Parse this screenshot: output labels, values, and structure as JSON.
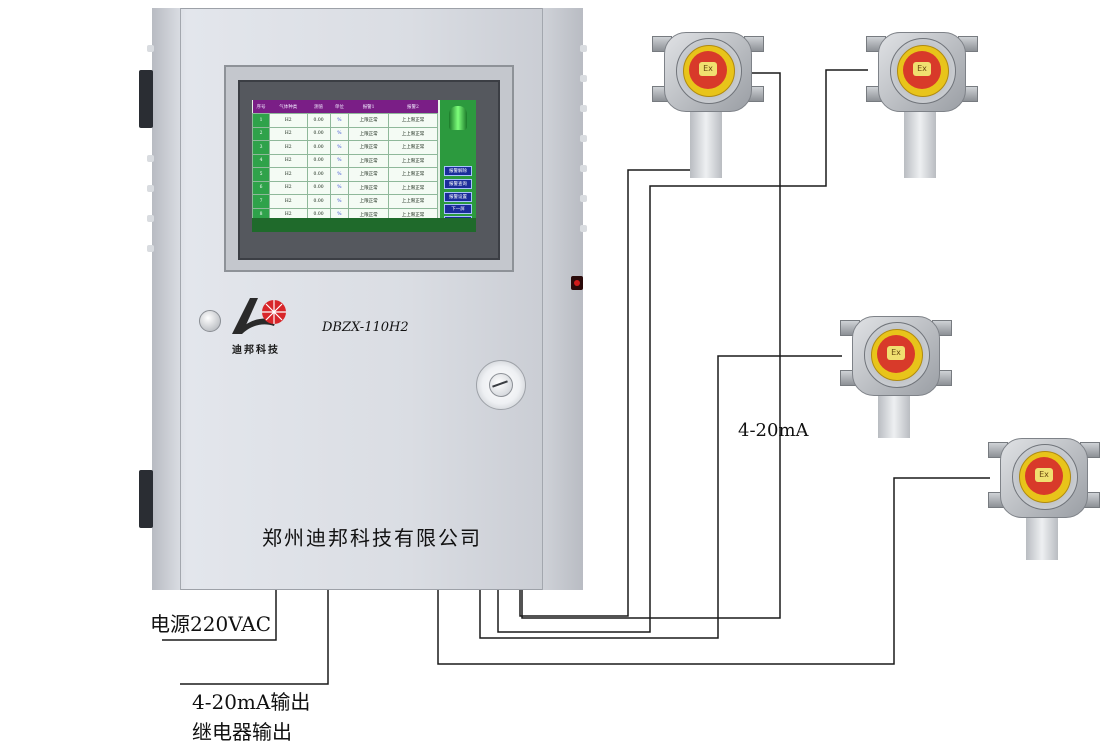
{
  "cabinet": {
    "model": "DBZX-110H2",
    "brand": "迪邦科技",
    "company": "郑州迪邦科技有限公司"
  },
  "screen": {
    "headers": [
      "序号",
      "气体种类",
      "测值",
      "单位",
      "报警1",
      "报警2"
    ],
    "rows": [
      [
        "1",
        "H2",
        "0.00",
        "%",
        "上限正常",
        "上上限正常"
      ],
      [
        "2",
        "H2",
        "0.00",
        "%",
        "上限正常",
        "上上限正常"
      ],
      [
        "3",
        "H2",
        "0.00",
        "%",
        "上限正常",
        "上上限正常"
      ],
      [
        "4",
        "H2",
        "0.00",
        "%",
        "上限正常",
        "上上限正常"
      ],
      [
        "5",
        "H2",
        "0.00",
        "%",
        "上限正常",
        "上上限正常"
      ],
      [
        "6",
        "H2",
        "0.00",
        "%",
        "上限正常",
        "上上限正常"
      ],
      [
        "7",
        "H2",
        "0.00",
        "%",
        "上限正常",
        "上上限正常"
      ],
      [
        "8",
        "H2",
        "0.00",
        "%",
        "上限正常",
        "上上限正常"
      ]
    ],
    "side_buttons": [
      "报警解除",
      "报警查询",
      "报警设置",
      "下一屏",
      "返 回"
    ]
  },
  "labels": {
    "signal": "4-20mA",
    "power": "电源220VAC",
    "output_1": "4-20mA输出",
    "output_2": "继电器输出"
  },
  "detector": {
    "marking": "Ex"
  },
  "colors": {
    "lcd_header": "#7a1e86",
    "lcd_index": "#2fa24a",
    "detector_face": "#e8c41a",
    "detector_center": "#d83a2a"
  }
}
